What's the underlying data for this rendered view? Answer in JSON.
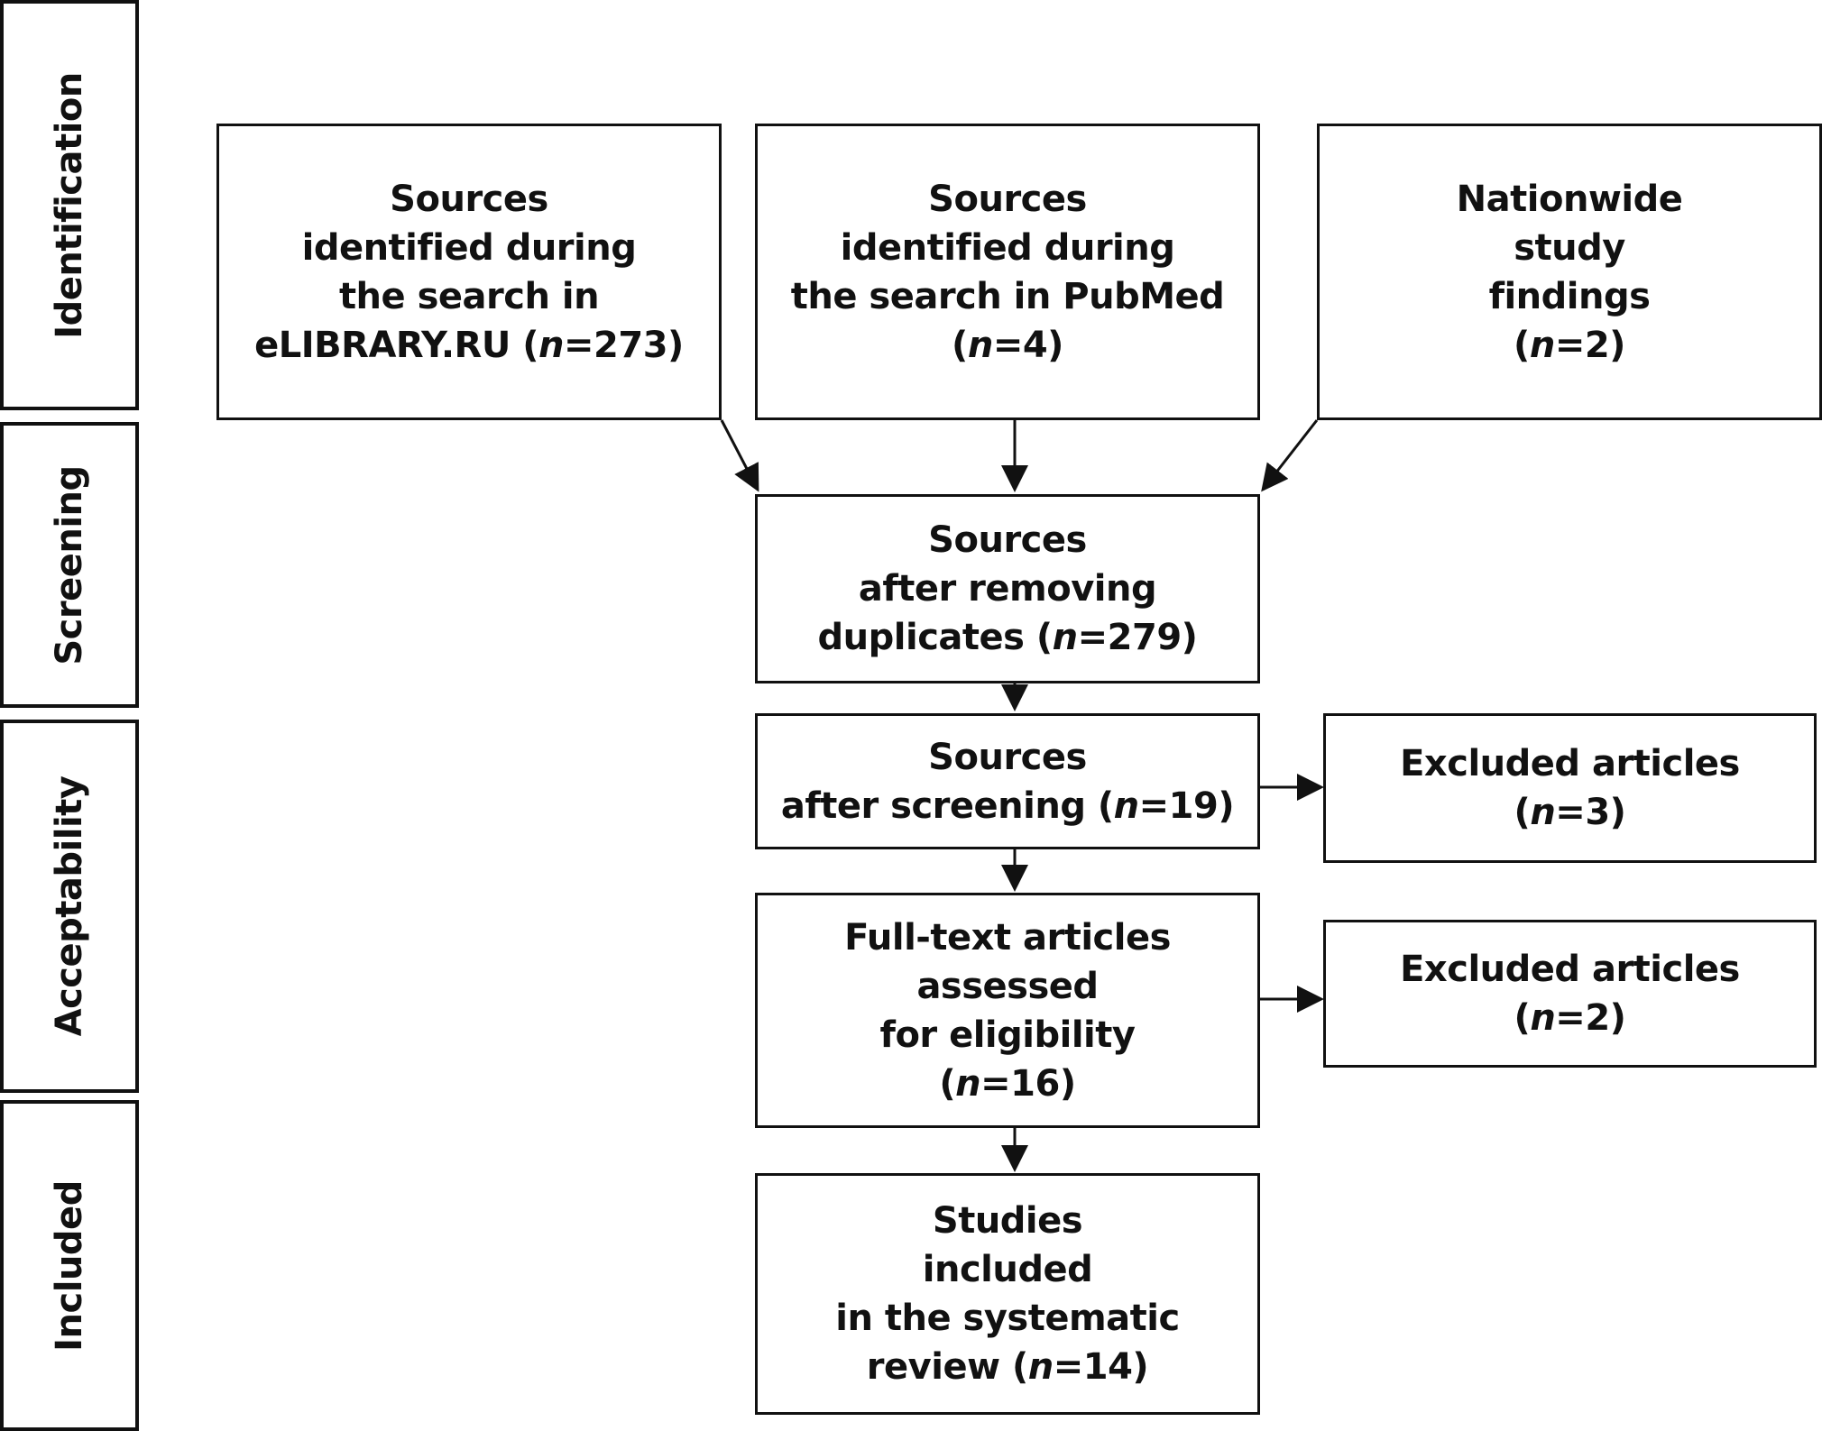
{
  "stages": [
    {
      "id": "identification",
      "label": "Identification"
    },
    {
      "id": "screening",
      "label": "Screening"
    },
    {
      "id": "acceptability",
      "label": "Acceptability"
    },
    {
      "id": "included",
      "label": "Included"
    }
  ],
  "nodes": {
    "elibrary": {
      "lines": [
        "Sources",
        "identified during",
        "the search in",
        "eLIBRARY.RU (",
        "n",
        "=273)"
      ]
    },
    "pubmed": {
      "lines": [
        "Sources",
        "identified during",
        "the search in PubMed",
        "(",
        "n",
        "=4)"
      ]
    },
    "nationwide": {
      "lines": [
        "Nationwide",
        "study",
        "findings",
        "(",
        "n",
        "=2)"
      ]
    },
    "after_duplicates": {
      "lines": [
        "Sources",
        "after removing",
        "duplicates (",
        "n",
        "=279)"
      ]
    },
    "after_screening": {
      "lines": [
        "Sources",
        "after screening (",
        "n",
        "=19)"
      ]
    },
    "excluded_1": {
      "lines": [
        "Excluded articles",
        "(",
        "n",
        "=3)"
      ]
    },
    "fulltext": {
      "lines": [
        "Full-text articles",
        "assessed",
        "for eligibility",
        "(",
        "n",
        "=16)"
      ]
    },
    "excluded_2": {
      "lines": [
        "Excluded articles",
        "(",
        "n",
        "=2)"
      ]
    },
    "included": {
      "lines": [
        "Studies",
        "included",
        "in the systematic",
        "review (",
        "n",
        "=14)"
      ]
    }
  }
}
